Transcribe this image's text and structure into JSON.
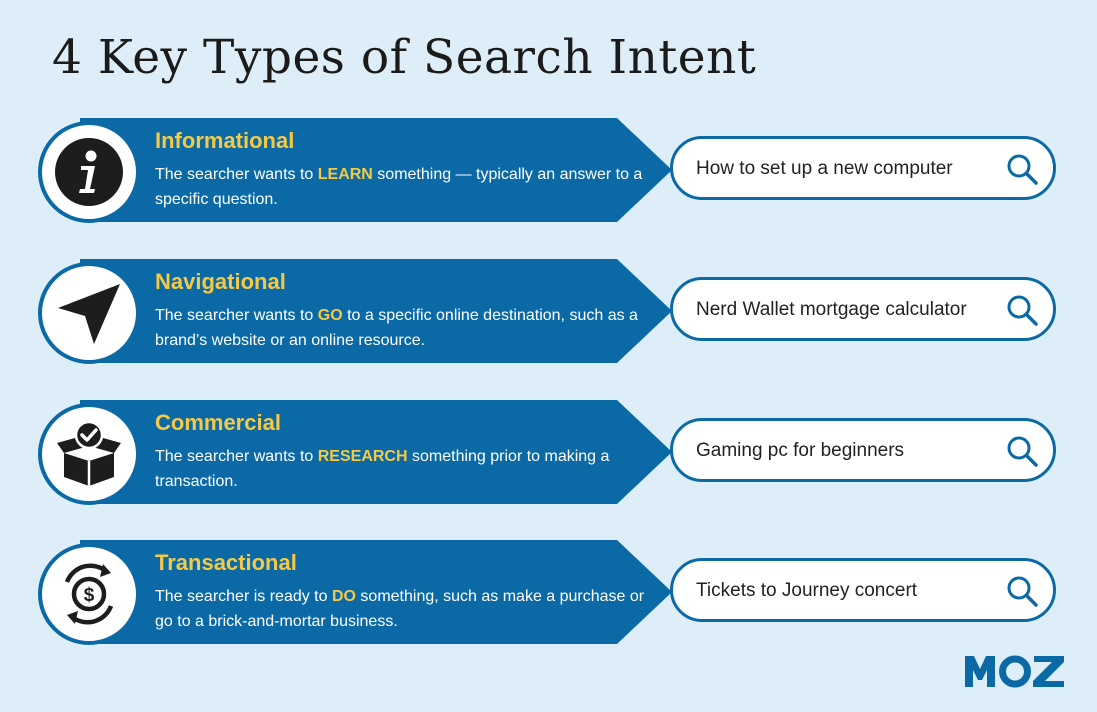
{
  "title": "4 Key Types of Search Intent",
  "brand": "MOZ",
  "colors": {
    "accent": "#0b6aa6",
    "highlight": "#f6c944",
    "background": "#ddeef8"
  },
  "intents": [
    {
      "name": "Informational",
      "icon": "info-icon",
      "desc_before": "The searcher wants to ",
      "keyword": "LEARN",
      "desc_after": " something — typically an answer to a specific question.",
      "example_query": "How to set up a new computer"
    },
    {
      "name": "Navigational",
      "icon": "navigation-arrow-icon",
      "desc_before": "The searcher wants to ",
      "keyword": "GO",
      "desc_after": " to a specific online destination, such as a brand’s website or an online resource.",
      "example_query": "Nerd Wallet mortgage calculator"
    },
    {
      "name": "Commercial",
      "icon": "package-check-icon",
      "desc_before": "The searcher wants to ",
      "keyword": "RESEARCH",
      "desc_after": " something prior to making a transaction.",
      "example_query": "Gaming pc for beginners"
    },
    {
      "name": "Transactional",
      "icon": "dollar-cycle-icon",
      "desc_before": "The searcher is ready to ",
      "keyword": "DO",
      "desc_after": " something, such as make a purchase or go to a brick-and-mortar business.",
      "example_query": "Tickets to Journey concert"
    }
  ]
}
